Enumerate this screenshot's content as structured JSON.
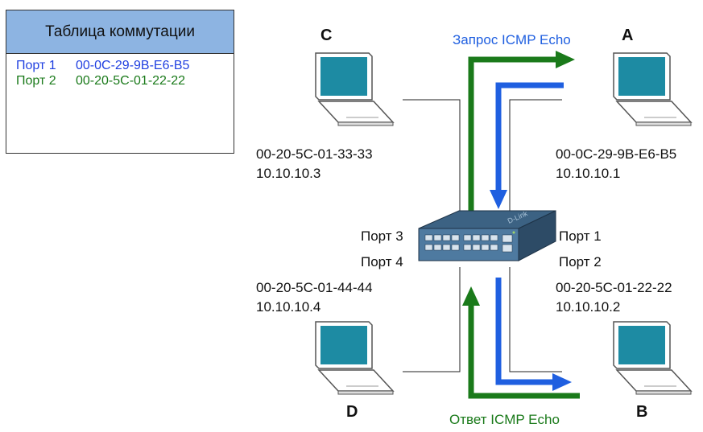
{
  "table": {
    "title": "Таблица коммутации",
    "rows": [
      {
        "port": "Порт 1",
        "mac": "00-0C-29-9B-E6-B5",
        "color": "#1f3fe0"
      },
      {
        "port": "Порт 2",
        "mac": "00-20-5C-01-22-22",
        "color": "#1a7a1a"
      }
    ],
    "header_color": "#8db4e2"
  },
  "pcs": {
    "A": {
      "letter": "A",
      "mac": "00-0C-29-9B-E6-B5",
      "ip": "10.10.10.1"
    },
    "B": {
      "letter": "B",
      "mac": "00-20-5C-01-22-22",
      "ip": "10.10.10.2"
    },
    "C": {
      "letter": "C",
      "mac": "00-20-5C-01-33-33",
      "ip": "10.10.10.3"
    },
    "D": {
      "letter": "D",
      "mac": "00-20-5C-01-44-44",
      "ip": "10.10.10.4"
    }
  },
  "switch": {
    "ports": {
      "p1": "Порт 1",
      "p2": "Порт 2",
      "p3": "Порт 3",
      "p4": "Порт 4"
    },
    "brand": "D-Link"
  },
  "flows": {
    "request": {
      "label": "Запрос ICMP Echo",
      "color": "#1f5fe0"
    },
    "reply": {
      "label": "Ответ ICMP Echo",
      "color": "#1a7a1a"
    }
  },
  "icons": {
    "laptop": "laptop-icon",
    "switch": "network-switch-icon"
  }
}
